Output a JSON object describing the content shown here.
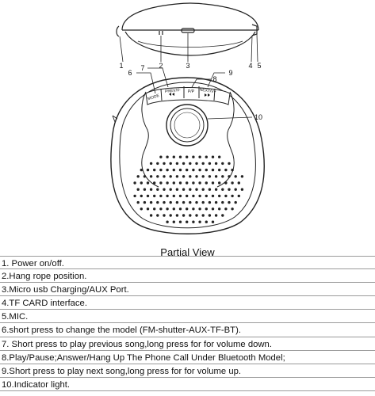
{
  "callouts": [
    "1",
    "2",
    "3",
    "4",
    "5",
    "6",
    "7",
    "8",
    "9",
    "10"
  ],
  "buttons": {
    "mode": "MODE",
    "prev": "PREV/V-",
    "play": "P/P",
    "next": "NEXT/V+"
  },
  "caption": "Partial  View",
  "legend": [
    "1. Power on/off.",
    "2.Hang rope position.",
    "3.Micro usb Charging/AUX Port.",
    "4.TF CARD interface.",
    "5.MIC.",
    "6.short press to  change the model (FM-shutter-AUX-TF-BT).",
    "7. Short press to play previous song,long press for for volume down.",
    "8.Play/Pause;Answer/Hang Up The Phone Call Under Bluetooth Model;",
    "9.Short press to play next song,long press for for volume up.",
    "10.Indicator light."
  ]
}
